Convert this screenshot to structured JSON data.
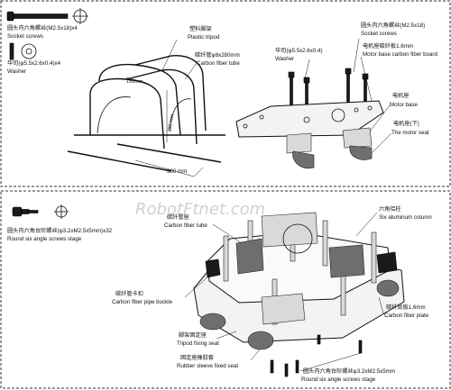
{
  "watermark": "RobotFtnet.com",
  "hardware_top": {
    "socket_screws": {
      "cn": "圆头内六角螺丝(M2.5x18)x4",
      "en": "Socket screws"
    },
    "washer": {
      "cn": "华司(φ5.5x2.6x0.4)x4",
      "en": "Washer"
    }
  },
  "landing_gear": {
    "plastic_tripod": {
      "cn": "塑料脚架",
      "en": "Plastic tripod"
    },
    "carbon_tube": {
      "cn": "碳纤管φ8x280mm",
      "en": "Carbon fiber tube"
    },
    "dim_width": "300 mm",
    "dim_height": "180 mm",
    "dim_depth": "159mm"
  },
  "motor_mount": {
    "washer": {
      "cn": "华司(φ5.5x2.6x0.4)",
      "en": "Washer"
    },
    "socket_screws": {
      "cn": "圆头内六角螺丝(M2.5x18)",
      "en": "Socket screws"
    },
    "motor_board": {
      "cn": "电机座碳纤板1.6mm",
      "en": "Motor base carbon fiber board"
    },
    "motor_base": {
      "cn": "电机座",
      "en": "Motor base"
    },
    "motor_seat": {
      "cn": "电机座(下)",
      "en": "The motor seat"
    }
  },
  "hardware_bottom": {
    "screw_stage": {
      "cn": "圆头内六角台阶螺丝(φ3.2xM2.5x5mm)x32",
      "en": "Round six angle screws stage"
    }
  },
  "frame": {
    "carbon_tube": {
      "cn": "碳纤管座",
      "en": "Carbon fiber tube"
    },
    "six_column": {
      "cn": "六角铝柱",
      "en": "Six aluminum column"
    },
    "pipe_buckle": {
      "cn": "碳纤管卡扣",
      "en": "Carbon fiber pipe buckle"
    },
    "carbon_plate": {
      "cn": "碳纤底板1.6mm",
      "en": "Carbon fiber plate"
    },
    "tripod_seat": {
      "cn": "脚架固定座",
      "en": "Tripod fixing seat"
    },
    "rubber_seat": {
      "cn": "固定座橡胶套",
      "en": "Rubber sleeve fixed seat"
    },
    "screw_stage": {
      "cn": "圆头内六角台阶螺丝φ3.2xM2.5x5mm",
      "en": "Round six angle screws stage"
    }
  },
  "colors": {
    "ink": "#111111",
    "frame_box": "#333333"
  },
  "icons": [
    "screw-icon",
    "washer-icon",
    "step-screw-icon"
  ]
}
